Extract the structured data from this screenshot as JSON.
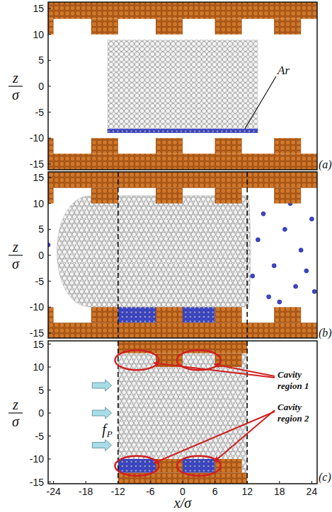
{
  "diagram": {
    "labels": [
      "15",
      "10",
      "5",
      "0",
      "-5",
      "-10",
      "-15",
      "z",
      "σ",
      "Ar",
      "(a)",
      "15",
      "10",
      "5",
      "0",
      "-5",
      "-10",
      "-15",
      "z",
      "σ",
      "(b)",
      "15",
      "10",
      "5",
      "0",
      "-5",
      "-10",
      "-15",
      "z",
      "σ",
      "f",
      "P",
      "Cavity region 1",
      "Cavity region 2",
      "(c)",
      "-24",
      "-18",
      "-12",
      "-6",
      "0",
      "6",
      "12",
      "18",
      "24",
      "x/σ"
    ]
  }
}
